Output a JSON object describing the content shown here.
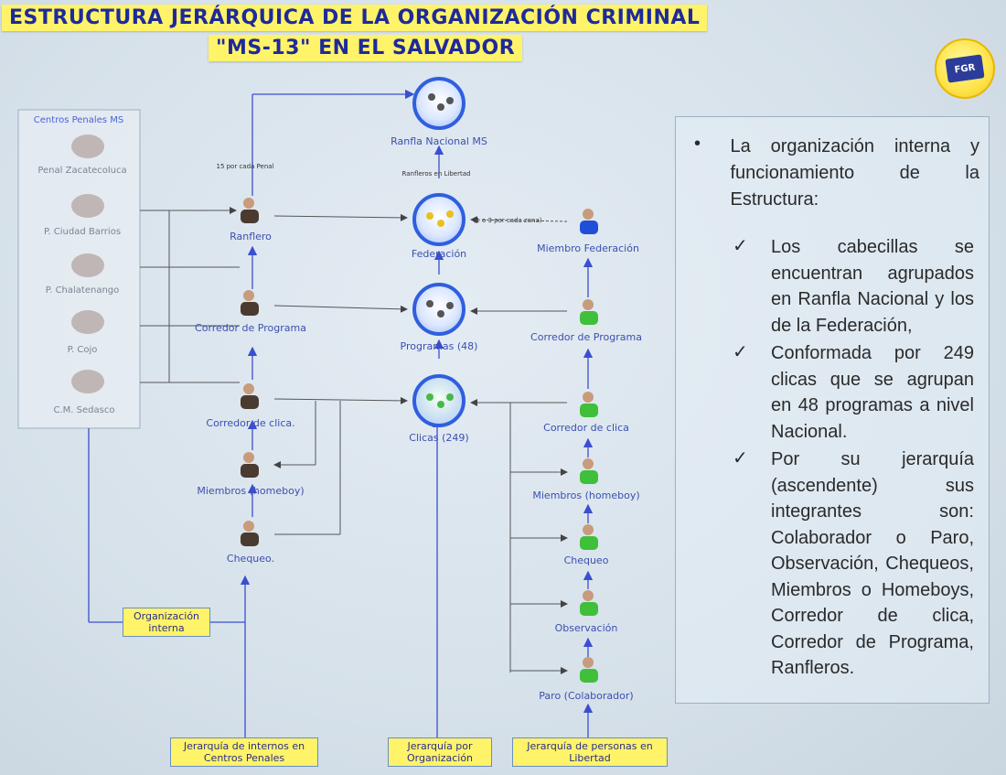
{
  "title": {
    "line1": "ESTRUCTURA JERÁRQUICA DE LA ORGANIZACIÓN CRIMINAL",
    "line2": "\"MS-13\" EN EL SALVADOR"
  },
  "logo": {
    "text": "FGR",
    "icon": "shield-logo-icon"
  },
  "penales": {
    "header": "Centros Penales MS",
    "items": [
      "Penal Zacatecoluca",
      "P. Ciudad Barrios",
      "P. Chalatenango",
      "P. Cojo",
      "C.M. Sedasco"
    ]
  },
  "nodes": {
    "ranfla": "Ranfla Nacional MS",
    "federacion": "Federación",
    "programas": "Programas (48)",
    "clicas": "Clicas (249)",
    "ranflero": "Ranflero",
    "corredor_programa_left": "Corredor de Programa",
    "corredor_clica_left": "Corredor de clica.",
    "miembros_left": "Miembros (homeboy)",
    "chequeo_left": "Chequeo.",
    "miembro_federacion": "Miembro Federación",
    "corredor_programa_right": "Corredor de Programa",
    "corredor_clica_right": "Corredor de clica",
    "miembros_right": "Miembros (homeboy)",
    "chequeo_right": "Chequeo",
    "observacion": "Observación",
    "paro": "Paro (Colaborador)"
  },
  "small_labels": {
    "por_penal": "15 por cada Penal",
    "ranfleros_libertad": "Ranfleros en Libertad",
    "por_cada_zona": "(1 o 3 por cada zona)"
  },
  "boxes": {
    "organizacion_interna": "Organización interna",
    "jerarquia_internos": "Jerarquía de internos en Centros Penales",
    "jerarquia_organizacion": "Jerarquía por Organización",
    "jerarquia_libertad": "Jerarquía de personas en Libertad"
  },
  "description": {
    "intro": "La organización interna y funcionamiento de la Estructura:",
    "points": [
      "Los cabecillas se encuentran agrupados en Ranfla Nacional y los de la Federación,",
      "Conformada por 249 clicas que se agrupan en 48 programas a nivel Nacional.",
      "Por su jerarquía (ascendente) sus integrantes son: Colaborador o Paro, Observación, Chequeos, Miembros o Homeboys, Corredor de clica, Corredor de Programa, Ranfleros."
    ]
  },
  "colors": {
    "title_bg": "#fff36a",
    "title_text": "#1e2a9a",
    "arrow": "#3a4fd0",
    "node_ring": "#2f5fe0"
  }
}
